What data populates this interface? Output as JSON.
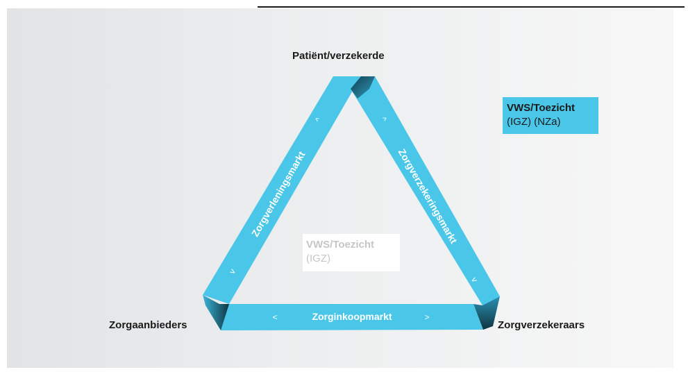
{
  "nodes": {
    "top": "Patiënt/verzekerde",
    "left": "Zorgaanbieders",
    "right": "Zorgverzekeraars"
  },
  "markets": {
    "left": "Zorgverleningsmarkt",
    "right": "Zorgverzekeringsmarkt",
    "bottom": "Zorginkoopmarkt"
  },
  "arrows": {
    "up": "^",
    "down": "v",
    "left": "<",
    "right": ">"
  },
  "regulator_box": {
    "title": "VWS/Toezicht",
    "subtitle": "(IGZ) (NZa)"
  },
  "inner_box": {
    "title": "VWS/Toezicht",
    "subtitle": "(IGZ)"
  },
  "colors": {
    "band": "#49c6e8",
    "band_shadow": "#1d6f86",
    "background": "#e8eaeb"
  }
}
